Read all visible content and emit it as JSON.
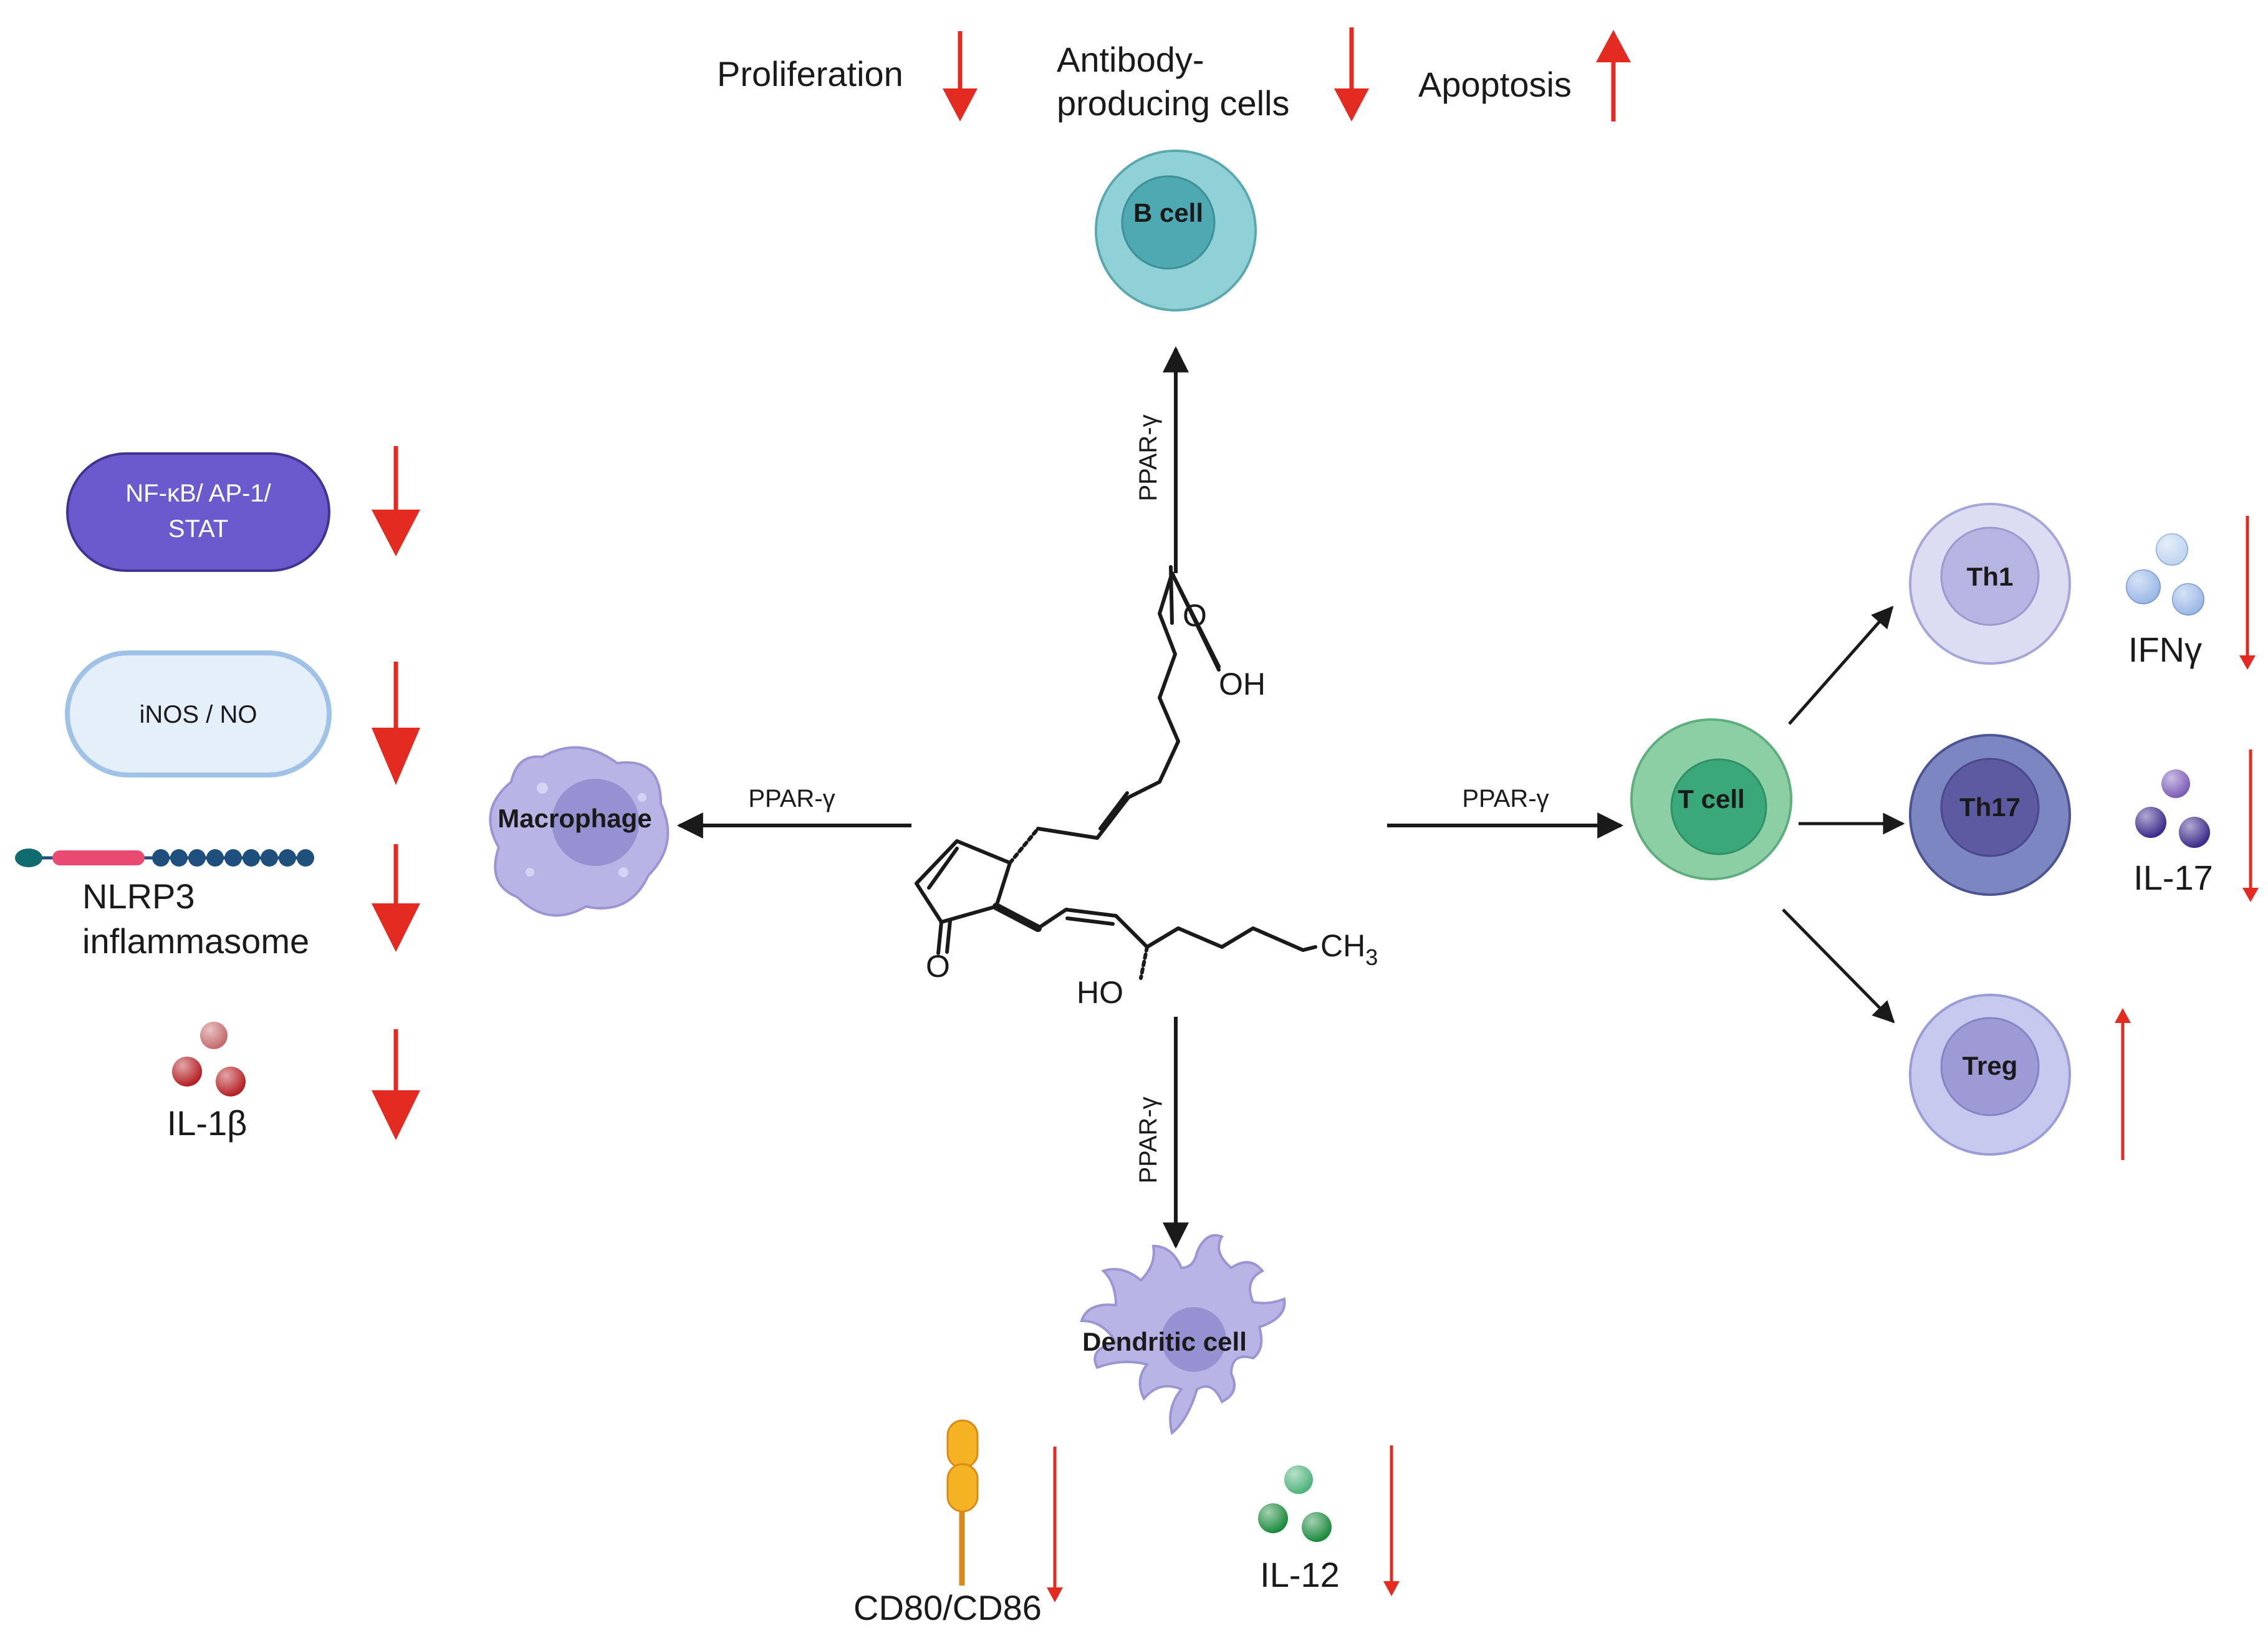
{
  "colors": {
    "down_arrow": "#e32b22",
    "up_arrow": "#e32b22",
    "bcell": "#8fd1d6",
    "tcell": "#8ccfa4",
    "th1": "#d9d9f0",
    "th17": "#7c86c0",
    "treg": "#c6c8ee",
    "pill_dark": "#6a5acd",
    "il12": "#1b8a3c",
    "il1b": "#b41f24",
    "cd80": "#f5b324"
  },
  "bcell": {
    "label": "B cell",
    "effects": [
      {
        "label": "Proliferation",
        "direction": "down"
      },
      {
        "label_line1": "Antibody-",
        "label_line2": "producing cells",
        "direction": "down"
      },
      {
        "label": "Apoptosis",
        "direction": "up"
      }
    ]
  },
  "macrophage": {
    "label": "Macrophage",
    "effects": [
      {
        "label_line1": "NF-κB/ AP-1/",
        "label_line2": "STAT",
        "direction": "down",
        "icon": "pathway-pill-icon"
      },
      {
        "label": "iNOS / NO",
        "direction": "down",
        "icon": "enzyme-pill-icon"
      },
      {
        "label_line1": "NLRP3",
        "label_line2": "inflammasome",
        "direction": "down",
        "icon": "inflammasome-icon"
      },
      {
        "label": "IL-1β",
        "direction": "down",
        "icon": "cytokine-icon"
      }
    ]
  },
  "tcell": {
    "label": "T cell",
    "subsets": [
      {
        "label": "Th1",
        "cytokine": "IFNγ",
        "direction": "down"
      },
      {
        "label": "Th17",
        "cytokine": "IL-17",
        "direction": "down"
      },
      {
        "label": "Treg",
        "direction": "up"
      }
    ]
  },
  "dendritic": {
    "label": "Dendritic cell",
    "effects": [
      {
        "label": "CD80/CD86",
        "direction": "down",
        "icon": "receptor-icon"
      },
      {
        "label": "IL-12",
        "direction": "down",
        "icon": "cytokine-icon"
      }
    ]
  },
  "pathway": {
    "receptor_label": "PPAR-γ"
  },
  "molecule": {
    "carbonyl_o": "O",
    "acid_oh": "OH",
    "ring_o": "O",
    "ho": "HO",
    "ch3": "CH",
    "ch3_sub": "3"
  }
}
